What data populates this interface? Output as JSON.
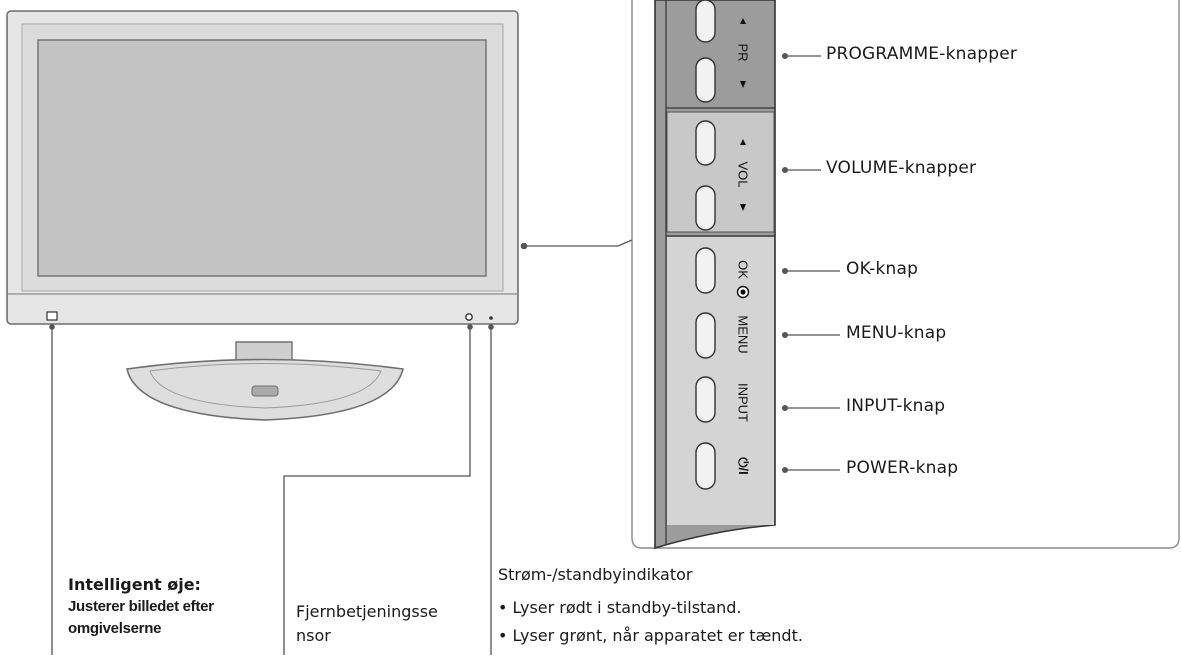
{
  "panel_labels": {
    "pr": "PR",
    "vol": "VOL",
    "ok": "OK",
    "menu": "MENU",
    "input": "INPUT",
    "power": "⏻/I"
  },
  "callouts": {
    "programme": "PROGRAMME-knapper",
    "volume": "VOLUME-knapper",
    "ok": "OK-knap",
    "menu": "MENU-knap",
    "input": "INPUT-knap",
    "power": "POWER-knap"
  },
  "bottom_notes": {
    "intelligent_title": "Intelligent øje:",
    "intelligent_line1": "Justerer billedet efter",
    "intelligent_line2": "omgivelserne",
    "remote_line1": "Fjernbetjeningsse",
    "remote_line2": "nsor",
    "indicator_title": "Strøm-/standbyindikator",
    "indicator_bullet1": "• Lyser rødt i standby-tilstand.",
    "indicator_bullet2": "• Lyser grønt, når apparatet er tændt."
  },
  "colors": {
    "tv_body": "#e4e4e4",
    "tv_outline": "#6f6f6f",
    "screen": "#c4c4c4",
    "panel_fill": "#9c9c9c",
    "leader": "#555555"
  }
}
